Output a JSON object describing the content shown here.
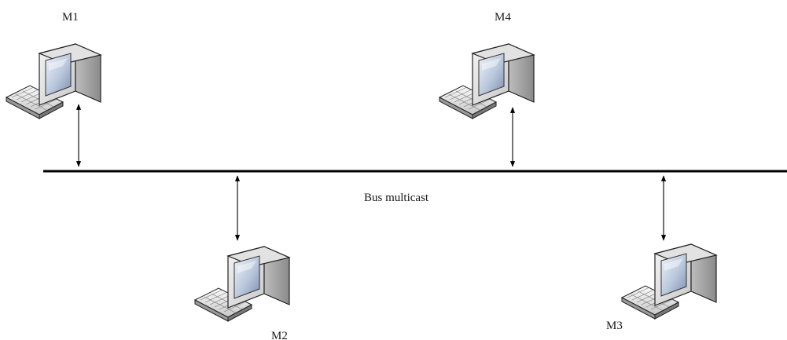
{
  "bus": {
    "label": "Bus multicast"
  },
  "machines": [
    {
      "id": "m1",
      "label": "M1"
    },
    {
      "id": "m2",
      "label": "M2"
    },
    {
      "id": "m3",
      "label": "M3"
    },
    {
      "id": "m4",
      "label": "M4"
    }
  ],
  "icons": {
    "computer": "computer-icon",
    "arrow": "double-arrow"
  }
}
